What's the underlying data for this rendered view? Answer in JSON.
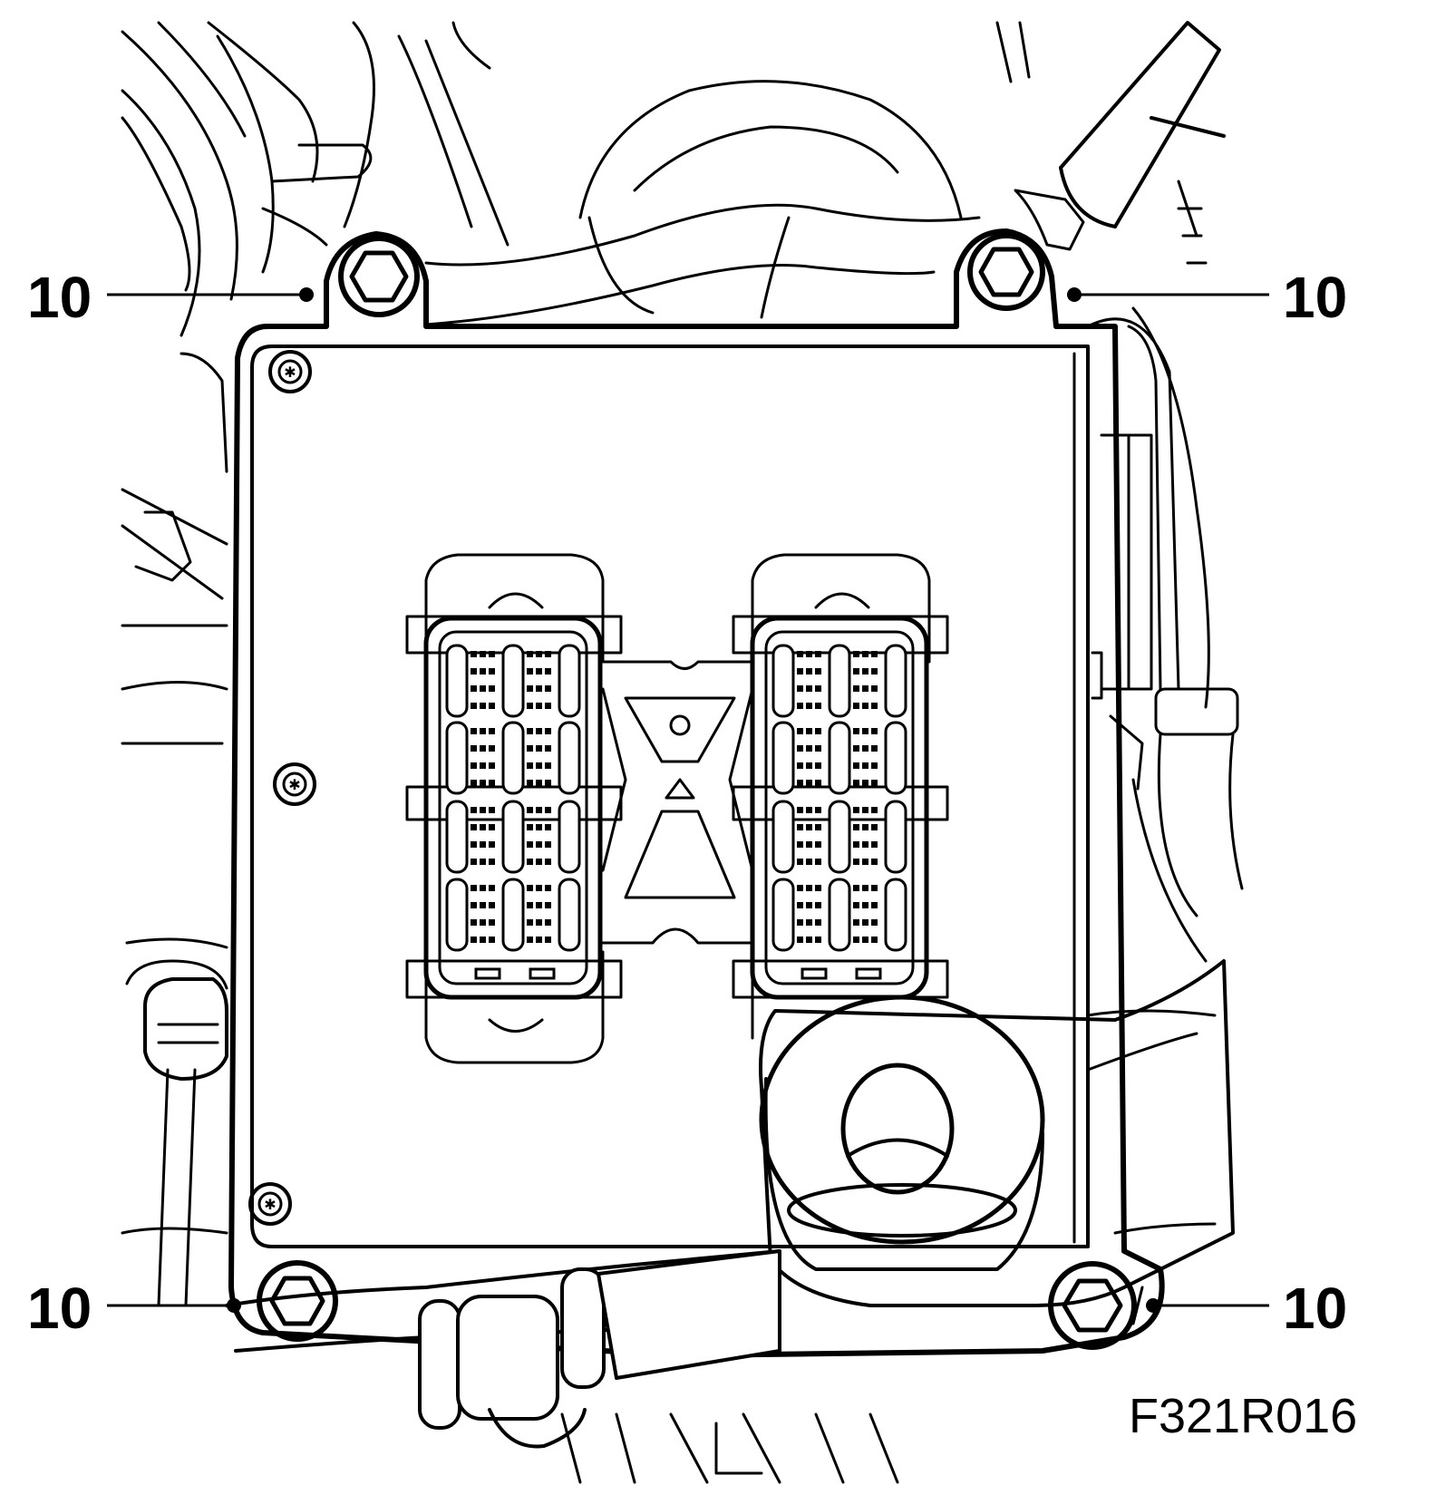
{
  "diagram": {
    "callouts": [
      {
        "id": "top-left",
        "label": "10"
      },
      {
        "id": "top-right",
        "label": "10"
      },
      {
        "id": "bottom-left",
        "label": "10"
      },
      {
        "id": "bottom-right",
        "label": "10"
      }
    ],
    "figure_id": "F321R016"
  }
}
